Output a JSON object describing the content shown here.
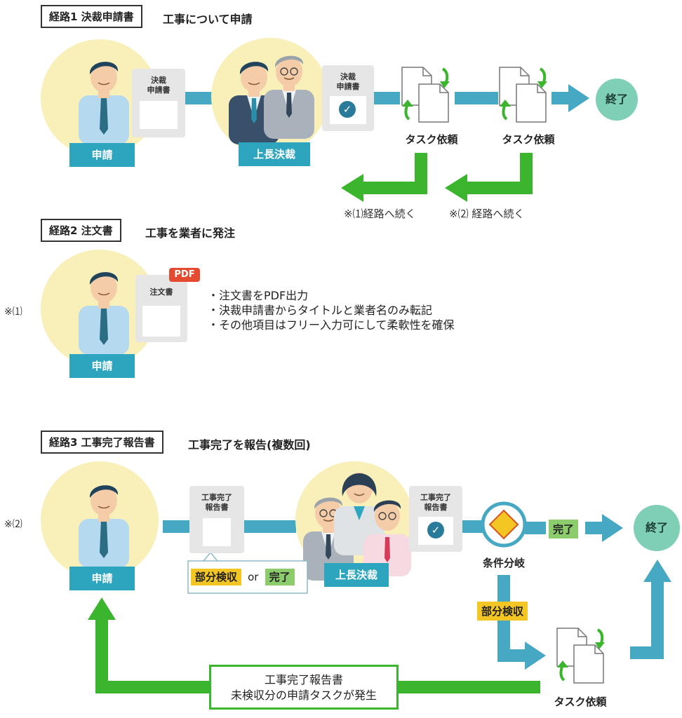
{
  "route1": {
    "label": "経路1 決裁申請書",
    "desc": "工事について申請",
    "applicant_role": "申請",
    "doc_label_line1": "決裁",
    "doc_label_line2": "申請書",
    "approver_role": "上長決裁",
    "approved_doc_line1": "決裁",
    "approved_doc_line2": "申請書",
    "task1": "タスク依頼",
    "task2": "タスク依頼",
    "end": "終了",
    "cont1": "※⑴経路へ続く",
    "cont2": "※⑵ 経路へ続く"
  },
  "route2": {
    "label": "経路2 注文書",
    "desc": "工事を業者に発注",
    "mark": "※⑴",
    "applicant_role": "申請",
    "doc_label": "注文書",
    "pdf_badge": "PDF",
    "bullets": [
      "・注文書をPDF出力",
      "・決裁申請書からタイトルと業者名のみ転記",
      "・その他項目はフリー入力可にして柔軟性を確保"
    ]
  },
  "route3": {
    "label": "経路3 工事完了報告書",
    "desc": "工事完了を報告(複数回)",
    "mark": "※⑵",
    "applicant_role": "申請",
    "doc_label_line1": "工事完了",
    "doc_label_line2": "報告書",
    "bubble_partial": "部分検収",
    "bubble_or": "or",
    "bubble_done": "完了",
    "approver_role": "上長決裁",
    "approved_doc_line1": "工事完了",
    "approved_doc_line2": "報告書",
    "branch_label": "条件分岐",
    "done_tag": "完了",
    "partial_tag": "部分検収",
    "end": "終了",
    "task": "タスク依頼",
    "loop_line1": "工事完了報告書",
    "loop_line2": "未検収分の申請タスクが発生"
  },
  "colors": {
    "flow": "#46a8c2",
    "green": "#3cb52e",
    "role": "#2ea5be",
    "circle": "#f8f0b8",
    "end": "#7fcfb6",
    "yellow": "#f3c623",
    "light_green": "#8ccc6c"
  }
}
